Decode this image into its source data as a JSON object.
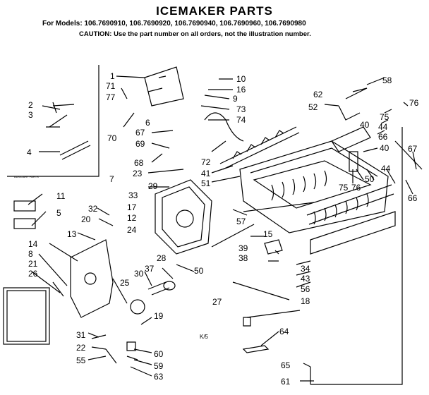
{
  "title": "ICEMAKER PARTS",
  "models_line": "For Models: 106.7690910, 106.7690920, 106.7690940, 106.7690960, 106.7690980",
  "caution_line": "CAUTION: Use the part number on all orders, not the illustration number.",
  "inset_caption": "AUXILIARY PARTS",
  "page_mark": "K/5",
  "part_labels": [
    "1",
    "71",
    "77",
    "70",
    "2",
    "3",
    "4",
    "6",
    "10",
    "16",
    "9",
    "73",
    "74",
    "67",
    "69",
    "68",
    "23",
    "29",
    "33",
    "72",
    "41",
    "51",
    "7",
    "11",
    "5",
    "32",
    "20",
    "24",
    "17",
    "12",
    "13",
    "14",
    "8",
    "21",
    "26",
    "25",
    "30",
    "37",
    "28",
    "50",
    "57",
    "39",
    "38",
    "34",
    "43",
    "56",
    "27",
    "15",
    "18",
    "19",
    "31",
    "22",
    "55",
    "60",
    "59",
    "63",
    "64",
    "65",
    "61",
    "62",
    "58",
    "52",
    "75",
    "76",
    "44",
    "66",
    "40"
  ]
}
